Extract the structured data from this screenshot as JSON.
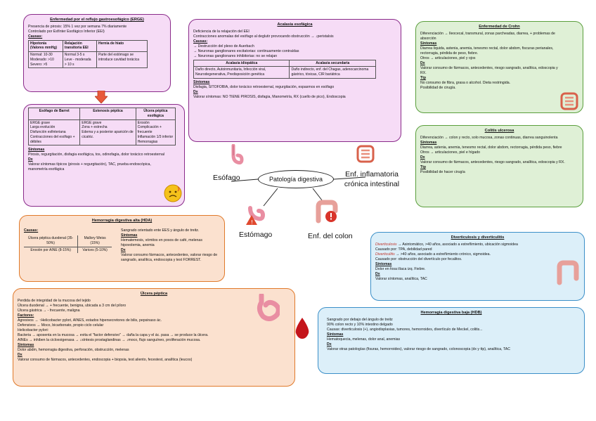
{
  "center": "Patología digestiva",
  "labels": {
    "esofago": "Esófago",
    "inflamatoria": "Enf. inflamatoria crónica intestinal",
    "estomago": "Estómago",
    "colon": "Enf. del colon"
  },
  "erge": {
    "title": "Enfermedad por el reflujo gastroesofágico (ERGE)",
    "lines": [
      "Presencia de pirosis: 15% 1 vez por semana 7% diariamente",
      "Controlado por Esfínter Esofágico Inferior (EEI)"
    ],
    "causas_label": "Causas:",
    "headers": [
      "Hipotonía (Valores mmHg)",
      "Relajación transitoria EEI",
      "Hernia de hiato"
    ],
    "cells": [
      "Normal: 10-30\nModerado: >10\nSevero: >5",
      "Normal 3-5 s\nLeve - moderada\n> 10 s",
      "Parte del estómago se introduce cavidad torácica"
    ]
  },
  "complicaciones": {
    "headers": [
      "Esófago de Barret",
      "Estenosis péptica",
      "Úlcera péptica esofágica"
    ],
    "cells": [
      "ERGE grave\nLarga evolución\nDisfunción esfinteriana\nContracciones del esófago + débiles",
      "ERGE grave\nZona + estrecha\nEdema y a posterior aparición de cicatriz.",
      "Erosión\nComplicación + frecuente\nInflamación 1/3 inferior\nHemorragias"
    ],
    "sintomas_label": "Síntomas",
    "sintomas": "Pirosis, regurgitación, disfagia esofágica, tos, odinofagia, dolor torácico retroesternal",
    "dx_label": "Dx",
    "dx": "Valorar síntomas típicos (pirosis + regurgitación), TAC, prueba endoscópica, manometría esofágica"
  },
  "acalasia": {
    "title": "Acalasia esofágica",
    "lines": [
      "Deficiencia de la relajación del EEI",
      "Contracciones anomalas del esófago al deglutir provocando obstrucción → ↓peristalsis"
    ],
    "causas_label": "Causas:",
    "causas": [
      "→ Destrucción del plexo de Auerbach",
      "→ Neuronas ganglionares excitatorias: continuamente contraídas",
      "→ Neuronas ganglionares inhibitorias: no se relajan"
    ],
    "headers": [
      "Acalasia idiopática",
      "Acalasia secundaria"
    ],
    "cells": [
      "Daño directo, Autoinmunitaria, Infección viral, Neurodegenerativa, Predisposición genética",
      "Daño indirecto, enf. del Chagas, adenocarcinoma gástrico, tóxicas, CIR bariátrica"
    ],
    "sintomas_label": "Síntomas",
    "sintomas": "Disfagia, SITOFOBIA, dolor torácico retroesternal, regurgitación, espasmos en esófago",
    "dx_label": "Dx",
    "dx": "Valorar síntomas: NO TIENE PIROSIS, disfagia, Manometría, RX (cuello de pico), Endoscopia"
  },
  "crohn": {
    "title": "Enfermedad de Crohn",
    "intro": "Diferenciación → Ileocecal, transmural, zonas parcheadas, diarrea, + problemas de absorción",
    "sintomas_label": "Síntomas",
    "sintomas": [
      "Diarrea líquida, astenia, anemia, tenesmo rectal, dolor abdom, fiscuras perianales, rectorragia, pérdida de peso, fiebre.",
      "Otros → articulaciones, piel y ojos"
    ],
    "dx_label": "Dx",
    "dx": "Valorar consumo de fármacos, antecedentes, riesgo sangrado, analítica, edoscopia y RX.",
    "ttp_label": "Ttp",
    "ttp": [
      "No consumo de fibra, grasa o alcohol. Dieta restringida.",
      "Posibilidad de cirugía."
    ]
  },
  "colitis": {
    "title": "Colitis ulcerosa",
    "intro": "Diferenciación → colon y recto, solo mucosa, zonas continuas, diarrea sanguinolenta",
    "sintomas_label": "Síntomas",
    "sintomas": [
      "Diarrea, astenia, anemia, tenesmo rectal, dolor abdom, rectorragia, pérdida peso, fiebre",
      "Otros → articulaciones, piel e hígado"
    ],
    "dx_label": "Dx",
    "dx": "Valorar consumo de fármacos, antecedentes, riesgo sangrado, analítica, edoscopia y RX.",
    "ttp_label": "Ttp",
    "ttp": "Posibilidad de hacer cirugía"
  },
  "hda": {
    "title": "Hemorragia digestiva alta (HDA)",
    "causas_label": "Causas:",
    "cells": [
      "Úlcera péptica duodenal (35-50%)",
      "Mallory Weiss (15%)",
      "Erosión por AINE (8-15%)",
      "Varices (5-10%)"
    ],
    "right_intro": "Sangrado orientado ente EES y ángulo de treitz.",
    "sintomas_label": "Síntomas",
    "sintomas": "Hematemesis, vómitos en posos de café, melenas hipovolemia, anemia",
    "dx_label": "Dx",
    "dx": "Valorar consumo fármacos, antecedentes, valorar riesgo de sangrado, analítica, endoscopia y test FORREST."
  },
  "ulcera": {
    "title": "Úlcera péptica",
    "lines": [
      "Perdida de integridad de la mucosa del tejido",
      "Úlcera duodenal → + frecuente, benigna, ubicada a 3 cm del píloro",
      "Úlcera gástrica → - frecuente, maligna"
    ],
    "factores_label": "Factores:",
    "factores": [
      "Agresivos → ↑Helicobacter pylori, AINES, estados hipersecretores de bilis, pepsinaso ác.",
      "Defensivos → Moco, bicarbonato, propio ciclo celular"
    ],
    "helico": [
      "Helicobacter pylori:",
      "Bacteria → aposenta en la mucosa → evita el \"factor defensivo\" → daña la capa y el ác. pasa → se produce la úlcera.",
      "AINEs → inhiben la cicloxoigenasa → ↓síntesis prostaglandinas → ↓moco, flujo sanguíneo, proliferación mucosa."
    ],
    "sintomas_label": "Síntomas",
    "sintomas": "Dolor abdm, hemorragia digestiva, perforación, obstrucción, melenas",
    "dx_label": "Dx",
    "dx": "Valorar consumo de fármacos, antecedentes, endoscopia + biopsia, test aliento, fecestest, analítica (leucos)"
  },
  "diverticulosis": {
    "title": "Diverticulosis y diverticulitis",
    "d1_name": "Diverticulosis",
    "d1": " → Asintomático, >40 años, asociado a estreñimiento, ubicación sigmoidea",
    "d1_cause": "Causado por: TPA, debilidad pared",
    "d2_name": "Diverticulitis",
    "d2": " → >40 años, asociado a estreñimiento crónico, sigmoidea.",
    "d2_cause": "Causado por: obstrucción del divertículo por fecalitos.",
    "sintomas_label": "Síntomas",
    "sintomas": "Dolor en fosa ilíaca izq. Fiebre.",
    "dx_label": "Dx",
    "dx": "Valorar síntomas, analítica, TAC"
  },
  "hdb": {
    "title": "Hemorragia digestiva baja (HDB)",
    "lines": [
      "Sangrado por debajo del ángulo de treitz",
      "90% colon recto y 10% intestino delgado",
      "Causas: diverticulosis (+), angiodisplasias, tumores, hemorroides, divertículo de Meckel, colitis..."
    ],
    "sintomas_label": "Síntomas",
    "sintomas": "Hematoquecia, melenas, dolor anal, anemias",
    "dx_label": "Dx",
    "dx": "Valorar otras patologías (fisuras, hemorroides), valorar riesgo de sangrado, colonoscopia (dx y ttp), analítica, TAC"
  },
  "colors": {
    "pink": "#f6dcf6",
    "pink_border": "#8a2b8a",
    "green": "#dff0d6",
    "orange": "#fbe1cf",
    "blue": "#dceff9",
    "accent_red": "#e0492f"
  }
}
